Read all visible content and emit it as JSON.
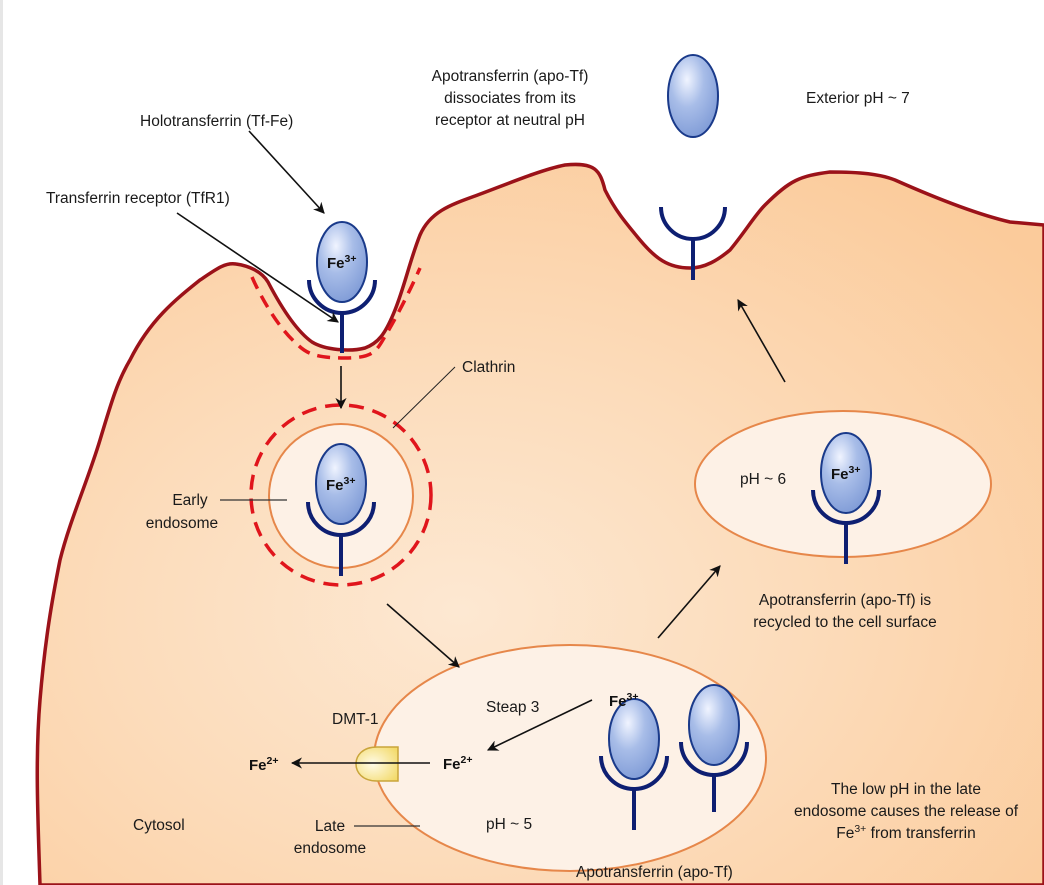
{
  "title": "Transferrin cycle: receptor-mediated endocytosis of iron",
  "colors": {
    "cell_fill": "#fbcfa2",
    "cell_fill_light": "#fde6cf",
    "membrane": "#9b1219",
    "clathrin": "#e0151c",
    "endosome_fill": "#fdf1e6",
    "endosome_border": "#e6874a",
    "transferrin_fill": "#8fa9de",
    "transferrin_highlight": "#e9efff",
    "transferrin_border": "#1a3a8a",
    "receptor": "#0e1f72",
    "dmt1_fill": "#f6e27e",
    "dmt1_border": "#c9a53b",
    "arrow": "#111111"
  },
  "labels": {
    "holotransferrin": "Holotransferrin (Tf-Fe)",
    "receptor": "Transferrin receptor (TfR1)",
    "apo_dissociates": [
      "Apotransferrin (apo-Tf)",
      "dissociates from its",
      "receptor at neutral pH"
    ],
    "exterior_ph": "Exterior pH ~ 7",
    "clathrin": "Clathrin",
    "early_endosome": [
      "Early",
      "endosome"
    ],
    "recycling_ph": "pH ~ 6",
    "recycled": [
      "Apotransferrin (apo-Tf) is",
      "recycled to the cell surface"
    ],
    "steap3": "Steap 3",
    "dmt1": "DMT-1",
    "late_ph": "pH ~ 5",
    "cytosol": "Cytosol",
    "late_endosome": [
      "Late",
      "endosome"
    ],
    "apo_bottom": "Apotransferrin (apo-Tf)",
    "low_ph": [
      "The low pH in the late",
      "endosome causes the release of",
      "from transferrin"
    ]
  },
  "ions": {
    "fe3_symbol": "Fe",
    "fe3_charge": "3+",
    "fe2_symbol": "Fe",
    "fe2_charge": "2+"
  }
}
